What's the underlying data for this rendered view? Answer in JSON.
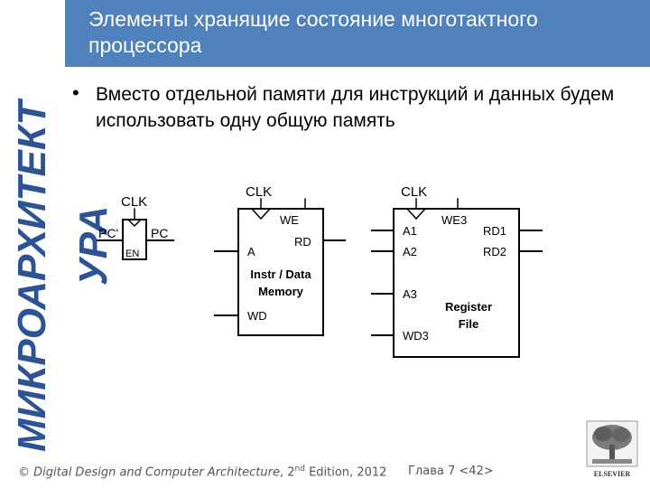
{
  "slide": {
    "title": "Элементы хранящие состояние многотактного процессора",
    "vertical_title_line1": "МИКРОАРХИТЕКТ",
    "vertical_title_line2": "УРА",
    "bullet": "Вместо отдельной памяти для инструкций и данных будем использовать одну общую память"
  },
  "pc_register": {
    "clk": "CLK",
    "input": "PC'",
    "output": "PC",
    "enable": "EN"
  },
  "memory": {
    "clk": "CLK",
    "we": "WE",
    "a": "A",
    "rd": "RD",
    "name_line1": "Instr / Data",
    "name_line2": "Memory",
    "wd": "WD"
  },
  "register_file": {
    "clk": "CLK",
    "we3": "WE3",
    "a1": "A1",
    "a2": "A2",
    "a3": "A3",
    "wd3": "WD3",
    "rd1": "RD1",
    "rd2": "RD2",
    "name_line1": "Register",
    "name_line2": "File"
  },
  "footer": {
    "copyright": "© ",
    "book": "Digital Design and Computer Architecture",
    "edition_pre": ", 2",
    "edition_sup": "nd",
    "edition_post": " Edition, 2012",
    "chapter": "Глава 7 <42>"
  },
  "logo_text": "ELSEVIER",
  "colors": {
    "header": "#4f81bd",
    "vertical_title": "#2e5395",
    "diagram_stroke": "#000000"
  }
}
